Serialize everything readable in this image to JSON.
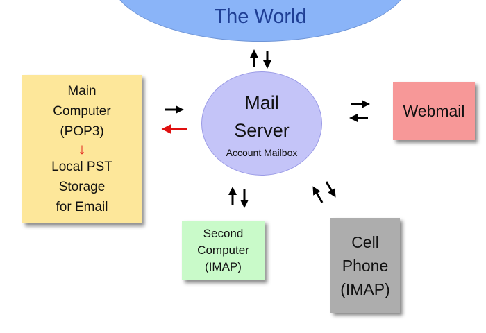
{
  "nodes": {
    "world": {
      "label": "The World"
    },
    "main_computer": {
      "lines": [
        "Main",
        "Computer",
        "(POP3)"
      ],
      "storage_lines": [
        "Local PST",
        "Storage",
        "for Email"
      ]
    },
    "mail_server": {
      "lines": [
        "Mail",
        "Server"
      ],
      "sublabel": "Account Mailbox"
    },
    "webmail": {
      "label": "Webmail"
    },
    "second_computer": {
      "lines": [
        "Second",
        "Computer",
        "(IMAP)"
      ]
    },
    "cell_phone": {
      "lines": [
        "Cell",
        "Phone",
        "(IMAP)"
      ]
    }
  },
  "colors": {
    "world": "#8ab4f8",
    "main_computer": "#fde79a",
    "mail_server": "#c4c4f8",
    "webmail": "#f79898",
    "second_computer": "#c9fac9",
    "cell_phone": "#adadad",
    "arrow": "#000000",
    "red_arrow": "#e01010"
  }
}
